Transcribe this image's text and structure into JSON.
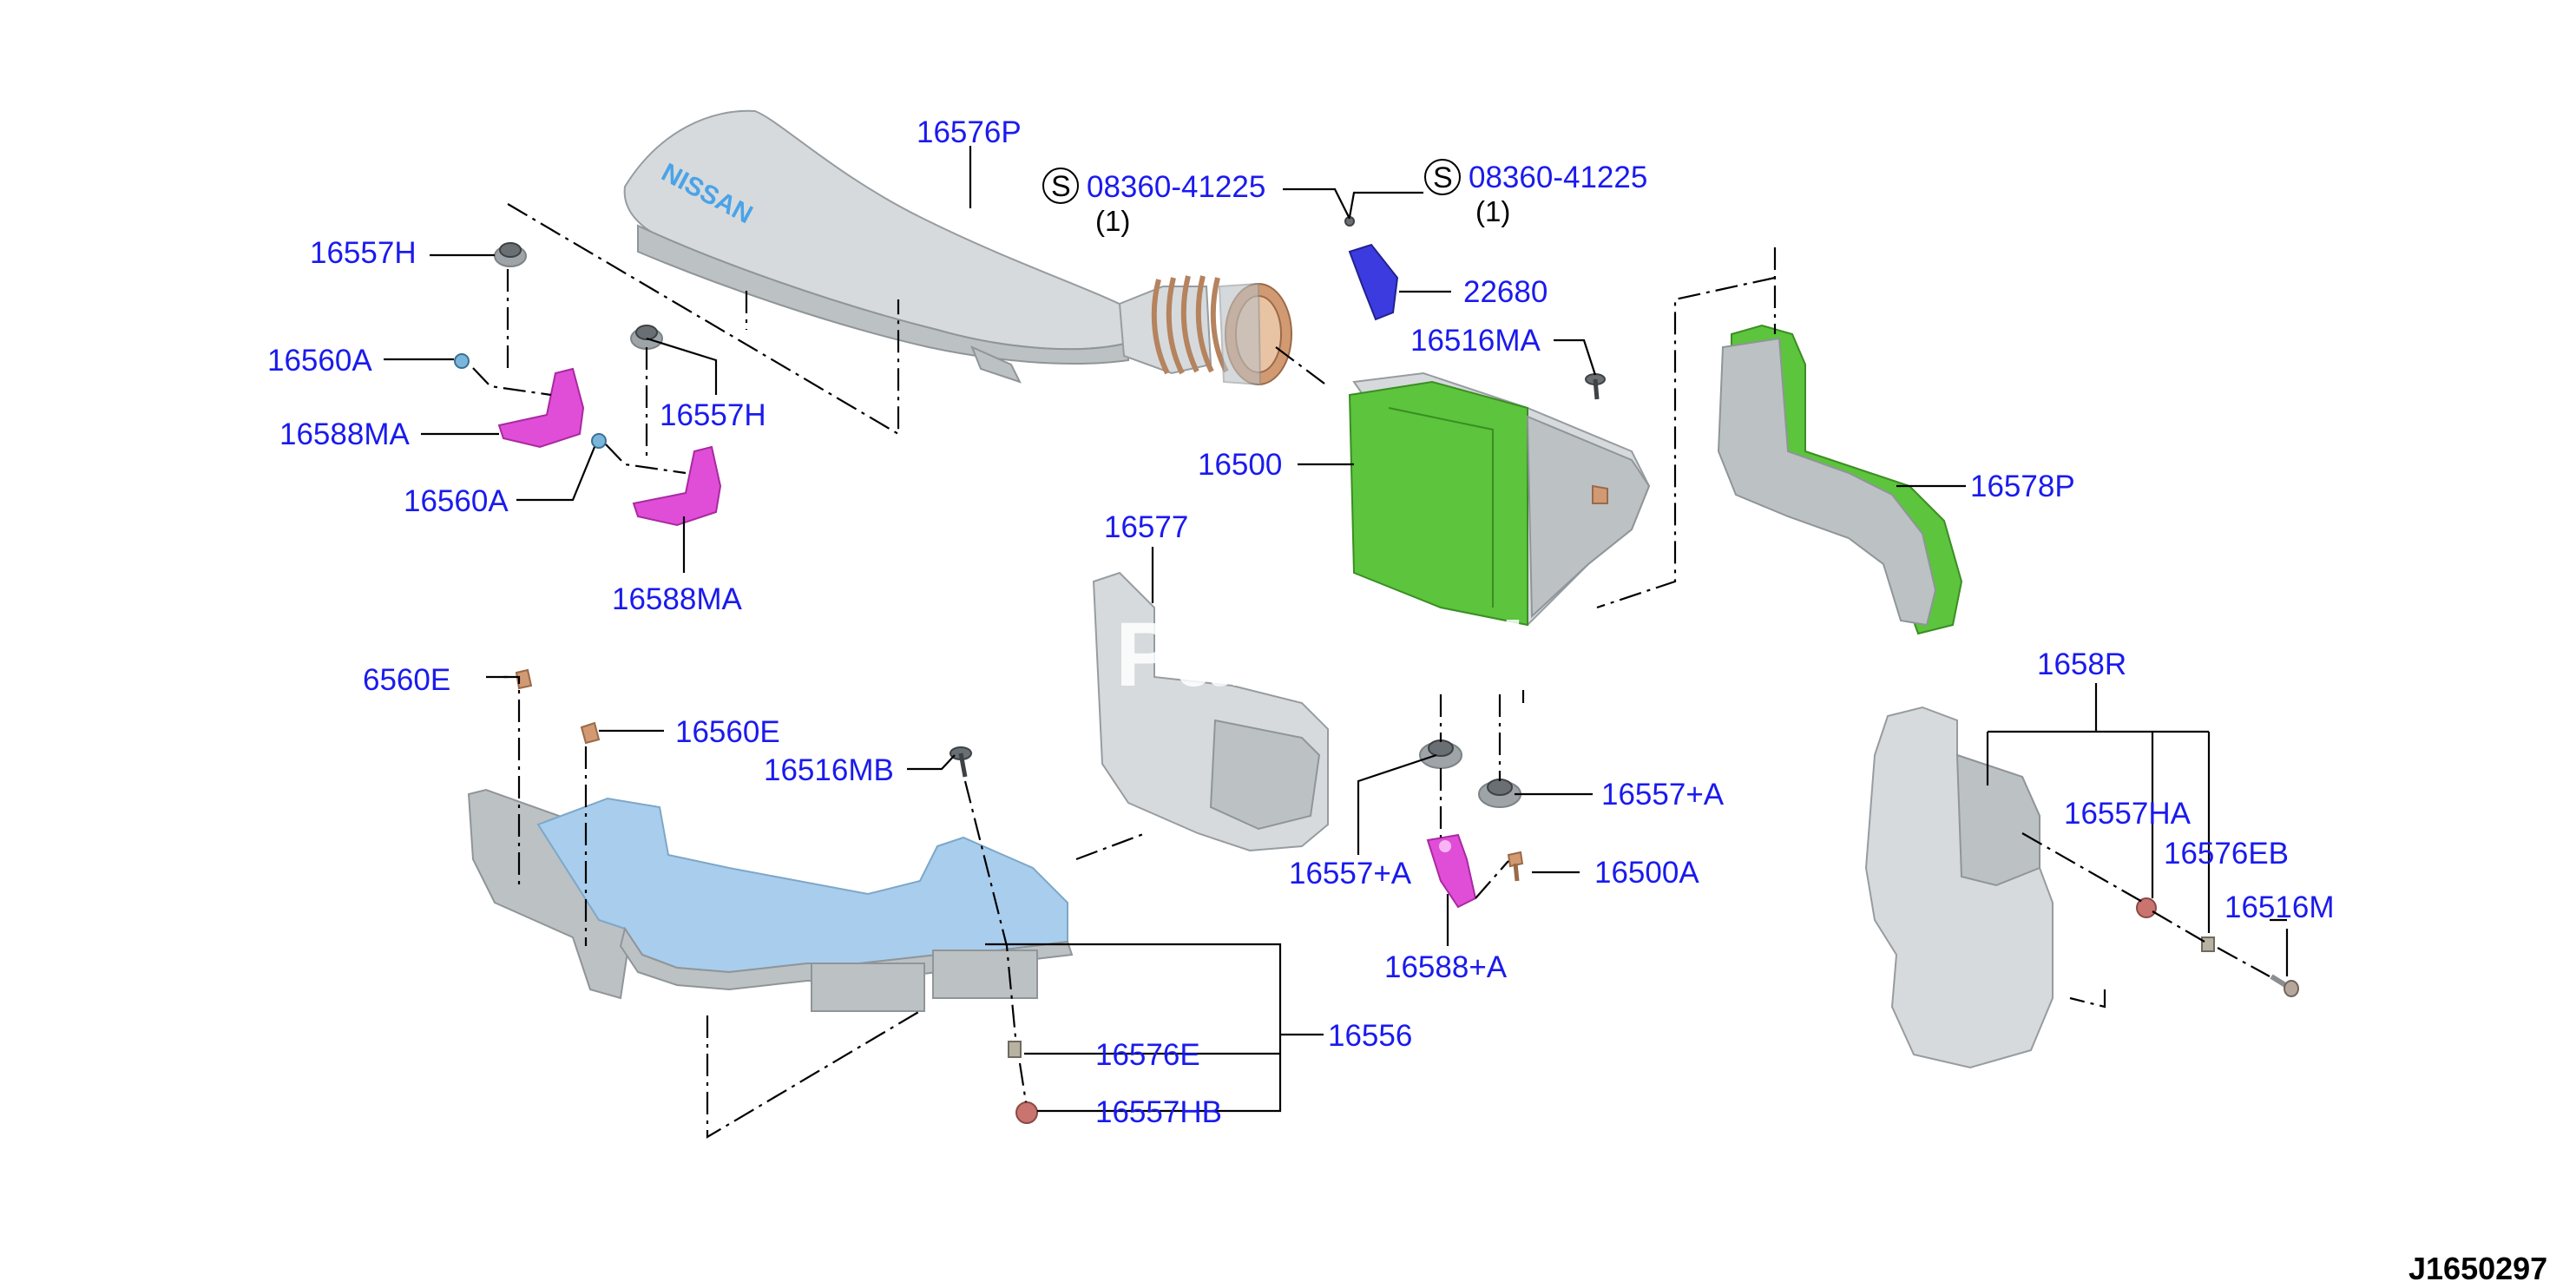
{
  "diagram": {
    "reference_code": "J1650297",
    "service_symbol": "S",
    "watermark_text": "PartsOutlet",
    "logo_text": "NISSAN",
    "colors": {
      "label": "#1a1aee",
      "leader": "#000000",
      "green_part": "#5cc43d",
      "magenta_part": "#e04ed8",
      "light_blue_part": "#a9cdec",
      "violet_part": "#3b3be0",
      "grey_part": "#bcc1c4"
    }
  },
  "labels": {
    "p16576P": "16576P",
    "p08360_a": "08360-41225",
    "p08360_a_qty": "(1)",
    "p08360_b": "08360-41225",
    "p08360_b_qty": "(1)",
    "p16557H_top": "16557H",
    "p16560A_top": "16560A",
    "p16588MA_top": "16588MA",
    "p16557H_mid": "16557H",
    "p16560A_mid": "16560A",
    "p16588MA_bot": "16588MA",
    "p22680": "22680",
    "p16516MA": "16516MA",
    "p16500": "16500",
    "p16578P": "16578P",
    "p16577": "16577",
    "p16560E_left": "6560E",
    "p16560E": "16560E",
    "p16516MB": "16516MB",
    "p1658R": "1658R",
    "p16557A_a": "16557+A",
    "p16557A_b": "16557+A",
    "p16500A": "16500A",
    "p16588A": "16588+A",
    "p16557HA": "16557HA",
    "p16576EB": "16576EB",
    "p16516M": "16516M",
    "p16556": "16556",
    "p16576E": "16576E",
    "p16557HB": "16557HB"
  }
}
